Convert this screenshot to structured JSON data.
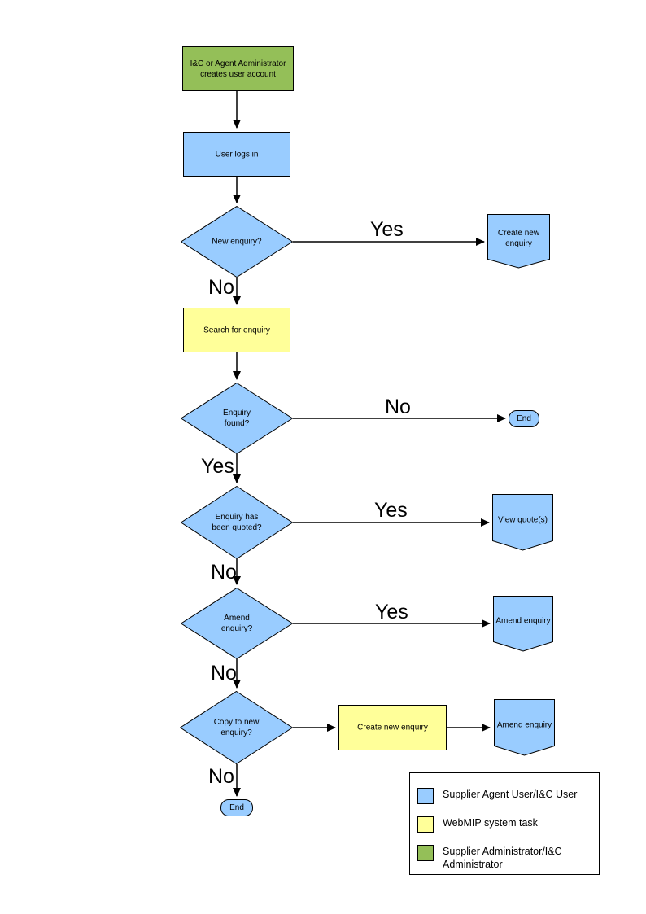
{
  "colors": {
    "user_task_blue": "#99CCFF",
    "system_task_yellow": "#FFFF99",
    "admin_task_green": "#94BF58",
    "connector": "#000000"
  },
  "nodes": [
    {
      "id": "admin-creates-account",
      "type": "process",
      "label": "I&C or Agent Administrator creates user account"
    },
    {
      "id": "user-logs-in",
      "type": "process",
      "label": "User logs in"
    },
    {
      "id": "new-enquiry-decision",
      "type": "decision",
      "label": "New enquiry?"
    },
    {
      "id": "create-new-enquiry-ref",
      "type": "offpage",
      "label": "Create new enquiry"
    },
    {
      "id": "search-for-enquiry",
      "type": "process",
      "label": "Search for enquiry"
    },
    {
      "id": "enquiry-found-decision",
      "type": "decision",
      "label": "Enquiry found?"
    },
    {
      "id": "end-1",
      "type": "terminator",
      "label": "End"
    },
    {
      "id": "enquiry-quoted-decision",
      "type": "decision",
      "label": "Enquiry has been quoted?"
    },
    {
      "id": "view-quotes-ref",
      "type": "offpage",
      "label": "View quote(s)"
    },
    {
      "id": "amend-enquiry-decision",
      "type": "decision",
      "label": "Amend enquiry?"
    },
    {
      "id": "amend-enquiry-ref-1",
      "type": "offpage",
      "label": "Amend enquiry"
    },
    {
      "id": "copy-to-new-decision",
      "type": "decision",
      "label": "Copy to new enquiry?"
    },
    {
      "id": "create-new-enquiry-task",
      "type": "process",
      "label": "Create new enquiry"
    },
    {
      "id": "amend-enquiry-ref-2",
      "type": "offpage",
      "label": "Amend enquiry"
    },
    {
      "id": "end-2",
      "type": "terminator",
      "label": "End"
    }
  ],
  "edge_labels": {
    "yes_new_enquiry": "Yes",
    "no_new_enquiry": "No",
    "no_enquiry_found": "No",
    "yes_enquiry_found": "Yes",
    "yes_quoted": "Yes",
    "no_quoted": "No",
    "yes_amend": "Yes",
    "no_amend": "No",
    "no_copy": "No"
  },
  "legend": {
    "items": [
      {
        "swatch_color": "#99CCFF",
        "label": "Supplier Agent User/I&C User"
      },
      {
        "swatch_color": "#FFFF99",
        "label": "WebMIP system task"
      },
      {
        "swatch_color": "#94BF58",
        "label": "Supplier Administrator/I&C Administrator"
      }
    ]
  }
}
